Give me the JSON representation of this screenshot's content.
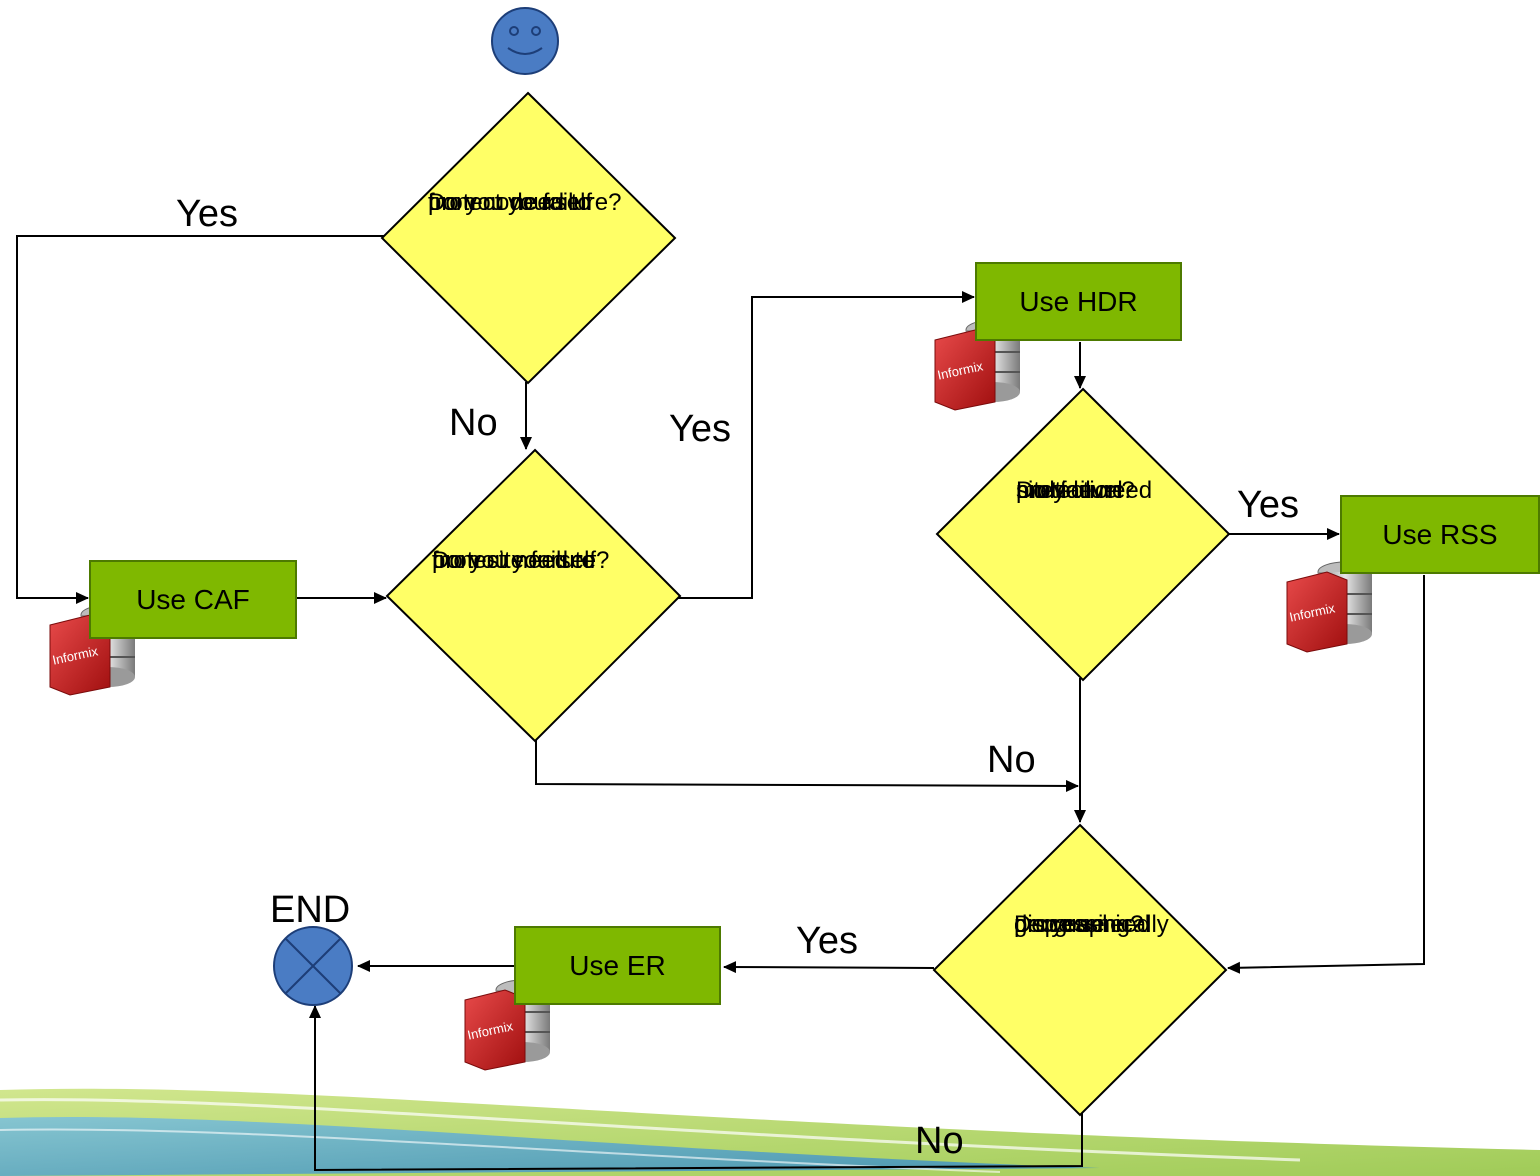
{
  "diagram": {
    "start_icon": "smiley-face-icon",
    "end_icon": "crossed-circle-icon",
    "end_label": "END",
    "decisions": {
      "node_failure": [
        "Do you need to",
        "protect yourself",
        "from node failure?"
      ],
      "site_failure": [
        "Do you need to",
        "protect yourself",
        "from site failure?"
      ],
      "multi_level": [
        "Do you need",
        "multi level",
        "site failure",
        "protection?"
      ],
      "geo": [
        "Do you need",
        "geographically",
        "disperse",
        "processing?"
      ]
    },
    "actions": {
      "caf": "Use CAF",
      "hdr": "Use HDR",
      "rss": "Use RSS",
      "er": "Use ER"
    },
    "edge_labels": {
      "node_yes": "Yes",
      "node_no": "No",
      "site_yes": "Yes",
      "multi_yes": "Yes",
      "multi_no": "No",
      "geo_yes": "Yes",
      "geo_no": "No"
    },
    "product_logo_text": "Informix",
    "colors": {
      "decision_fill": "#ffff66",
      "action_fill": "#7fb800",
      "start_fill": "#4a7cc4",
      "logo_red": "#cc1a1a",
      "swoosh_green": "#a8cf4a",
      "swoosh_blue": "#5aa0c8"
    }
  }
}
